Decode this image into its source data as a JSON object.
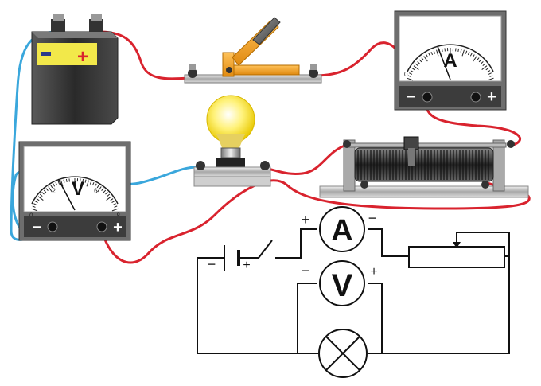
{
  "battery": {
    "minus_label": "−",
    "plus_label": "+"
  },
  "ammeter": {
    "symbol": "A",
    "minus_label": "−",
    "plus_label": "+",
    "scale_start": "0",
    "needle_fraction": 0.35
  },
  "voltmeter": {
    "symbol": "V",
    "minus_label": "−",
    "plus_label": "+",
    "ticks": [
      "0",
      "2",
      "4",
      "6",
      "8"
    ],
    "needle_fraction": 0.3
  },
  "schematic": {
    "battery_minus": "−",
    "battery_plus": "+",
    "ammeter_symbol": "A",
    "ammeter_plus": "+",
    "ammeter_minus": "−",
    "voltmeter_symbol": "V",
    "voltmeter_minus": "−",
    "voltmeter_plus": "+"
  },
  "colors": {
    "wire_red": "#d9232e",
    "wire_blue": "#3aa7dc",
    "battery_yellow": "#f2e84a",
    "switch_orange": "#f5a623",
    "bulb_glow": "#fff27a",
    "meter_panel": "#3c3c3c"
  }
}
